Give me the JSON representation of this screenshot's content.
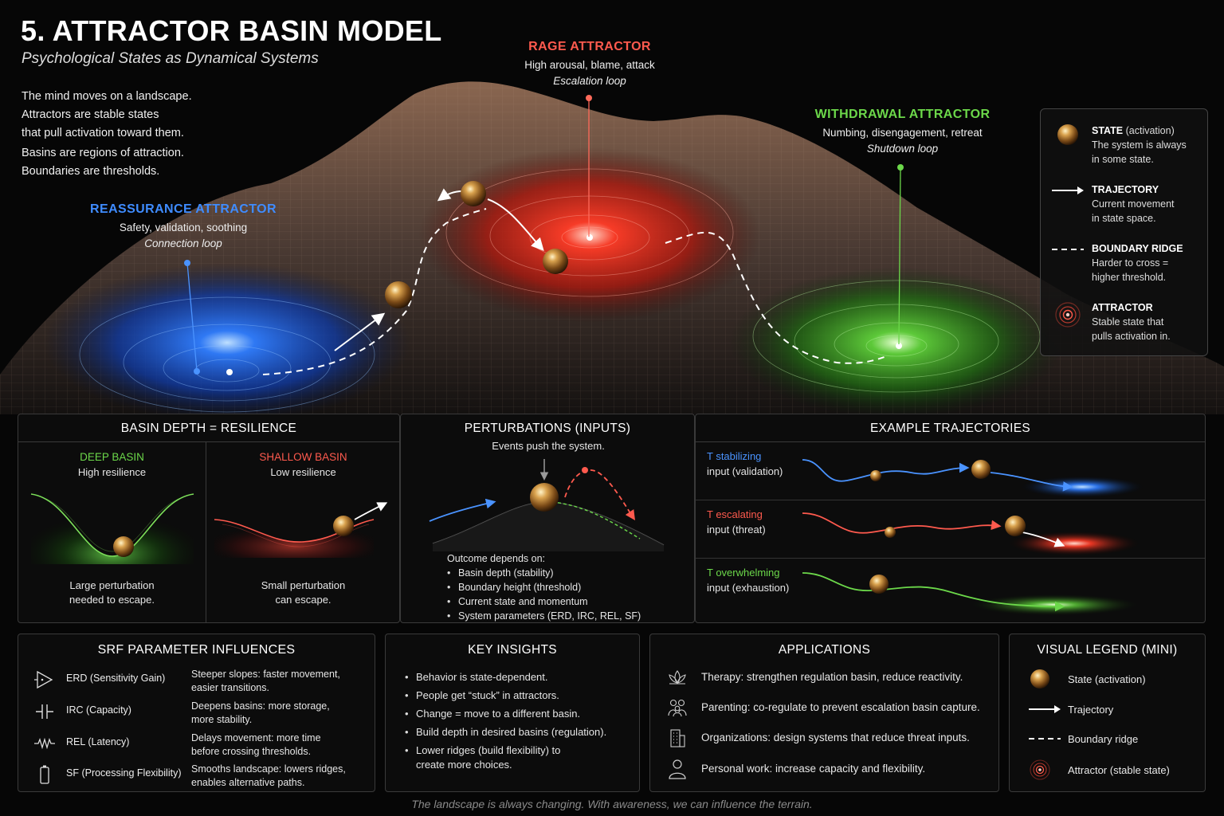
{
  "header": {
    "title": "5. ATTRACTOR BASIN MODEL",
    "subtitle": "Psychological States as Dynamical Systems",
    "intro": [
      "The mind moves on a landscape.",
      "Attractors are stable states",
      "that pull activation toward them.",
      "Basins are regions of attraction.",
      "Boundaries are thresholds."
    ]
  },
  "attractors": {
    "rage": {
      "name": "RAGE ATTRACTOR",
      "desc": "High arousal, blame, attack",
      "loop": "Escalation loop",
      "color": "#ff5a4e"
    },
    "reassurance": {
      "name": "REASSURANCE ATTRACTOR",
      "desc": "Safety, validation, soothing",
      "loop": "Connection loop",
      "color": "#3f8cff"
    },
    "withdrawal": {
      "name": "WITHDRAWAL ATTRACTOR",
      "desc": "Numbing, disengagement, retreat",
      "loop": "Shutdown loop",
      "color": "#6cd84a"
    }
  },
  "legend": {
    "state": {
      "title": "STATE",
      "title_note": "(activation)",
      "line1": "The system is always",
      "line2": "in some state.",
      "icon": "bronze-ball-icon"
    },
    "trajectory": {
      "title": "TRAJECTORY",
      "line1": "Current movement",
      "line2": "in state space.",
      "icon": "solid-arrow-icon"
    },
    "boundary": {
      "title": "BOUNDARY RIDGE",
      "line1": "Harder to cross =",
      "line2": "higher threshold.",
      "icon": "dashed-line-icon"
    },
    "attractor": {
      "title": "ATTRACTOR",
      "line1": "Stable state that",
      "line2": "pulls activation in.",
      "icon": "red-rings-icon"
    }
  },
  "basin_panel": {
    "title": "BASIN DEPTH = RESILIENCE",
    "deep": {
      "title": "DEEP BASIN",
      "subtitle": "High resilience",
      "line1": "Large perturbation",
      "line2": "needed to escape."
    },
    "shallow": {
      "title": "SHALLOW BASIN",
      "subtitle": "Low resilience",
      "line1": "Small perturbation",
      "line2": "can escape."
    }
  },
  "perturb_panel": {
    "title": "PERTURBATIONS (INPUTS)",
    "subtitle": "Events push the system.",
    "outcome_label": "Outcome depends on:",
    "outcome_items": [
      "Basin depth (stability)",
      "Boundary height (threshold)",
      "Current state and momentum",
      "System parameters (ERD, IRC, REL, SF)"
    ]
  },
  "traj_panel": {
    "title": "EXAMPLE TRAJECTORIES",
    "rows": [
      {
        "label": "T stabilizing",
        "input": "input (validation)",
        "color": "#3f8cff"
      },
      {
        "label": "T escalating",
        "input": "input (threat)",
        "color": "#ff5a4e"
      },
      {
        "label": "T overwhelming",
        "input": "input (exhaustion)",
        "color": "#6cd84a"
      }
    ]
  },
  "srf_panel": {
    "title": "SRF PARAMETER INFLUENCES",
    "rows": [
      {
        "name": "ERD (Sensitivity Gain)",
        "line1": "Steeper slopes: faster movement,",
        "line2": "easier transitions.",
        "icon": "gain-triangle-icon"
      },
      {
        "name": "IRC (Capacity)",
        "line1": "Deepens basins: more storage,",
        "line2": "more stability.",
        "icon": "capacitor-icon"
      },
      {
        "name": "REL (Latency)",
        "line1": "Delays movement: more time",
        "line2": "before crossing thresholds.",
        "icon": "resistor-icon"
      },
      {
        "name": "SF (Processing Flexibility)",
        "line1": "Smooths landscape: lowers ridges,",
        "line2": "enables alternative paths.",
        "icon": "battery-icon"
      }
    ]
  },
  "insights_panel": {
    "title": "KEY INSIGHTS",
    "items": [
      "Behavior is state-dependent.",
      "People get “stuck” in attractors.",
      "Change = move to a different basin.",
      "Build depth in desired basins (regulation)."
    ],
    "last_line1": "Lower ridges (build flexibility) to",
    "last_line2": "create more choices."
  },
  "apps_panel": {
    "title": "APPLICATIONS",
    "rows": [
      {
        "text": "Therapy: strengthen regulation basin, reduce reactivity.",
        "icon": "lotus-icon"
      },
      {
        "text": "Parenting: co-regulate to prevent escalation basin capture.",
        "icon": "family-icon"
      },
      {
        "text": "Organizations: design systems that reduce threat inputs.",
        "icon": "building-icon"
      },
      {
        "text": "Personal work: increase capacity and flexibility.",
        "icon": "person-icon"
      }
    ]
  },
  "mini_legend": {
    "title": "VISUAL LEGEND (MINI)",
    "rows": [
      {
        "text": "State (activation)",
        "icon": "bronze-ball-icon"
      },
      {
        "text": "Trajectory",
        "icon": "solid-arrow-icon"
      },
      {
        "text": "Boundary ridge",
        "icon": "dashed-line-icon"
      },
      {
        "text": "Attractor (stable state)",
        "icon": "red-rings-icon"
      }
    ]
  },
  "footer": "The landscape is always changing. With awareness, we can influence the terrain."
}
